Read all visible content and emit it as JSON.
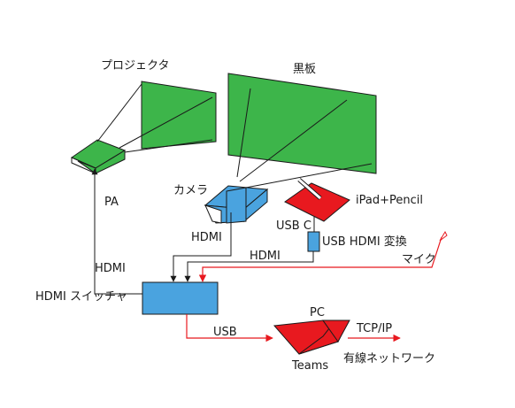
{
  "labels": {
    "projector": "プロジェクタ",
    "blackboard": "黒板",
    "camera": "カメラ",
    "pa": "PA",
    "ipad": "iPad+Pencil",
    "usb_c": "USB C",
    "usb_hdmi_converter": "USB HDMI 変換",
    "hdmi_camera": "HDMI",
    "hdmi_converter": "HDMI",
    "hdmi_pa": "HDMI",
    "hdmi_switcher": "HDMI スイッチャ",
    "mic": "マイク",
    "pc": "PC",
    "usb": "USB",
    "tcpip": "TCP/IP",
    "teams": "Teams",
    "wired_network": "有線ネットワーク"
  },
  "colors": {
    "green": "#3db54a",
    "blue": "#4aa3df",
    "red": "#e8191f",
    "black": "#1a1a1a"
  }
}
